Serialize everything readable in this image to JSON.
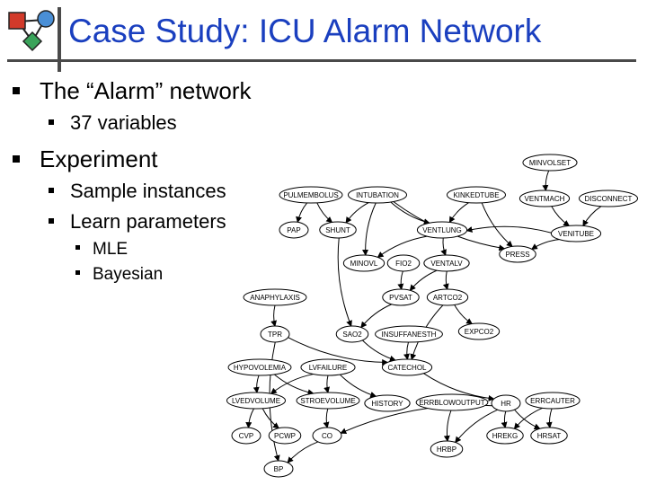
{
  "title": "Case Study: ICU Alarm Network",
  "bullets": {
    "alarm_network": "The “Alarm” network",
    "variables": "37 variables",
    "experiment": "Experiment",
    "sample_instances": "Sample instances",
    "learn_parameters": "Learn parameters",
    "mle": "MLE",
    "bayesian": "Bayesian"
  },
  "colors": {
    "title": "#1a3fbf",
    "bullet": "#000000",
    "bar": "#4a4a4a",
    "logo_red": "#d23a2a",
    "logo_blue": "#4a8fd6",
    "logo_green": "#3aa35a"
  },
  "network": {
    "nodes": [
      {
        "id": "MINVOLSET",
        "label": "MINVOLSET"
      },
      {
        "id": "PULMEMBOLUS",
        "label": "PULMEMBOLUS"
      },
      {
        "id": "INTUBATION",
        "label": "INTUBATION"
      },
      {
        "id": "KINKEDTUBE",
        "label": "KINKEDTUBE"
      },
      {
        "id": "VENTMACH",
        "label": "VENTMACH"
      },
      {
        "id": "DISCONNECT",
        "label": "DISCONNECT"
      },
      {
        "id": "PAP",
        "label": "PAP"
      },
      {
        "id": "SHUNT",
        "label": "SHUNT"
      },
      {
        "id": "VENTLUNG",
        "label": "VENTLUNG"
      },
      {
        "id": "VENITUBE",
        "label": "VENITUBE"
      },
      {
        "id": "PRESS",
        "label": "PRESS"
      },
      {
        "id": "MINOVL",
        "label": "MINOVL"
      },
      {
        "id": "FIO2",
        "label": "FIO2"
      },
      {
        "id": "VENTALV",
        "label": "VENTALV"
      },
      {
        "id": "ANAPHYLAXIS",
        "label": "ANAPHYLAXIS"
      },
      {
        "id": "PVSAT",
        "label": "PVSAT"
      },
      {
        "id": "ARTCO2",
        "label": "ARTCO2"
      },
      {
        "id": "TPR",
        "label": "TPR"
      },
      {
        "id": "SAO2",
        "label": "SAO2"
      },
      {
        "id": "INSUFFANESTH",
        "label": "INSUFFANESTH"
      },
      {
        "id": "EXPCO2",
        "label": "EXPCO2"
      },
      {
        "id": "HYPOVOLEMIA",
        "label": "HYPOVOLEMIA"
      },
      {
        "id": "LVFAILURE",
        "label": "LVFAILURE"
      },
      {
        "id": "CATECHOL",
        "label": "CATECHOL"
      },
      {
        "id": "LVEDVOLUME",
        "label": "LVEDVOLUME"
      },
      {
        "id": "STROEVOLUME",
        "label": "STROEVOLUME"
      },
      {
        "id": "HISTORY",
        "label": "HISTORY"
      },
      {
        "id": "ERRBLOWOUTPUT",
        "label": "ERRBLOWOUTPUT"
      },
      {
        "id": "HR",
        "label": "HR"
      },
      {
        "id": "ERRCAUTER",
        "label": "ERRCAUTER"
      },
      {
        "id": "CVP",
        "label": "CVP"
      },
      {
        "id": "PCWP",
        "label": "PCWP"
      },
      {
        "id": "CO",
        "label": "CO"
      },
      {
        "id": "HREKG",
        "label": "HREKG"
      },
      {
        "id": "HRSAT",
        "label": "HRSAT"
      },
      {
        "id": "HRBP",
        "label": "HRBP"
      },
      {
        "id": "BP",
        "label": "BP"
      }
    ],
    "edges": [
      [
        "MINVOLSET",
        "VENTMACH"
      ],
      [
        "VENTMACH",
        "VENITUBE"
      ],
      [
        "DISCONNECT",
        "VENITUBE"
      ],
      [
        "PULMEMBOLUS",
        "PAP"
      ],
      [
        "PULMEMBOLUS",
        "SHUNT"
      ],
      [
        "INTUBATION",
        "SHUNT"
      ],
      [
        "INTUBATION",
        "VENTLUNG"
      ],
      [
        "INTUBATION",
        "MINOVL"
      ],
      [
        "INTUBATION",
        "PRESS"
      ],
      [
        "KINKEDTUBE",
        "VENTLUNG"
      ],
      [
        "KINKEDTUBE",
        "PRESS"
      ],
      [
        "VENITUBE",
        "VENTLUNG"
      ],
      [
        "VENITUBE",
        "PRESS"
      ],
      [
        "VENTLUNG",
        "MINOVL"
      ],
      [
        "VENTLUNG",
        "VENTALV"
      ],
      [
        "FIO2",
        "PVSAT"
      ],
      [
        "VENTALV",
        "PVSAT"
      ],
      [
        "VENTALV",
        "ARTCO2"
      ],
      [
        "SHUNT",
        "SAO2"
      ],
      [
        "PVSAT",
        "SAO2"
      ],
      [
        "ARTCO2",
        "EXPCO2"
      ],
      [
        "ARTCO2",
        "CATECHOL"
      ],
      [
        "ANAPHYLAXIS",
        "TPR"
      ],
      [
        "TPR",
        "CATECHOL"
      ],
      [
        "SAO2",
        "CATECHOL"
      ],
      [
        "INSUFFANESTH",
        "CATECHOL"
      ],
      [
        "HYPOVOLEMIA",
        "LVEDVOLUME"
      ],
      [
        "HYPOVOLEMIA",
        "STROEVOLUME"
      ],
      [
        "LVFAILURE",
        "STROEVOLUME"
      ],
      [
        "LVFAILURE",
        "HISTORY"
      ],
      [
        "LVFAILURE",
        "LVEDVOLUME"
      ],
      [
        "CATECHOL",
        "HR"
      ],
      [
        "LVEDVOLUME",
        "CVP"
      ],
      [
        "LVEDVOLUME",
        "PCWP"
      ],
      [
        "STROEVOLUME",
        "CO"
      ],
      [
        "HR",
        "CO"
      ],
      [
        "HR",
        "HREKG"
      ],
      [
        "HR",
        "HRSAT"
      ],
      [
        "HR",
        "HRBP"
      ],
      [
        "ERRBLOWOUTPUT",
        "HRBP"
      ],
      [
        "ERRCAUTER",
        "HREKG"
      ],
      [
        "ERRCAUTER",
        "HRSAT"
      ],
      [
        "CO",
        "BP"
      ],
      [
        "TPR",
        "BP"
      ]
    ]
  }
}
